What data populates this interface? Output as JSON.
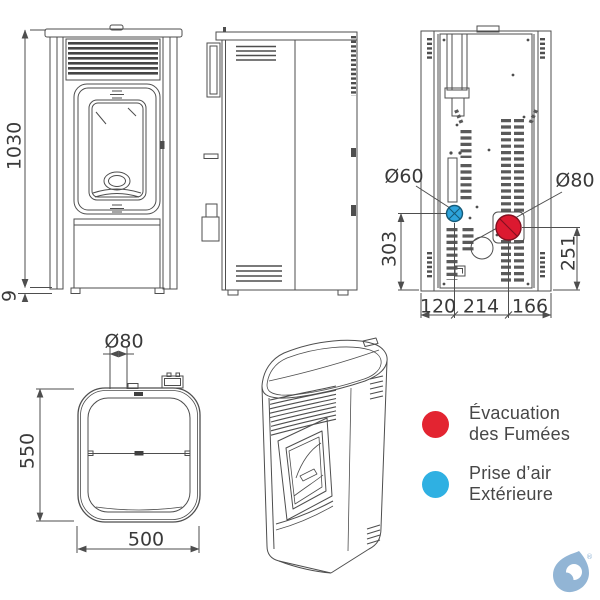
{
  "dimensions": {
    "front": {
      "height": "1030",
      "base": "9"
    },
    "back": {
      "air_inlet_diameter": "Ø60",
      "smoke_outlet_diameter": "Ø80",
      "air_inlet_height": "303",
      "smoke_outlet_height": "251",
      "width_left": "120",
      "width_center": "214",
      "width_right": "166"
    },
    "top": {
      "flue_diameter": "Ø80",
      "depth": "550",
      "width": "500"
    }
  },
  "legend": {
    "items": [
      {
        "id": "smoke-exhaust",
        "color": "#e32431",
        "line1": "Évacuation",
        "line2": "des Fumées"
      },
      {
        "id": "outside-air",
        "color": "#2fb0e2",
        "line1": "Prise d’air",
        "line2": "Extérieure"
      }
    ]
  },
  "colors": {
    "smoke_exhaust_port": "#dc1930",
    "outside_air_port": "#2ea4dc",
    "line_art": "#4e4e4e",
    "dimension_text": "#3a3a3a",
    "logo_blue": "#92b5d5"
  },
  "logo": {
    "registered_mark": "®"
  }
}
